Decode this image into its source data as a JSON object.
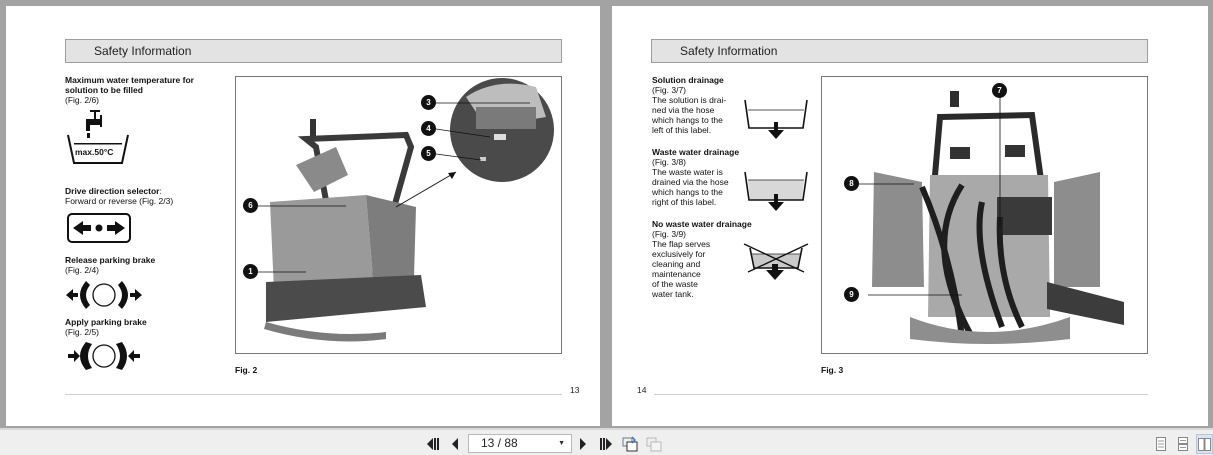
{
  "viewer": {
    "background": "#a3a3a3",
    "pages": [
      {
        "page_number": "13",
        "header": "Safety Information",
        "sections": [
          {
            "title": "Maximum water temperature for solution to be filled",
            "ref": "(Fig. 2/6)",
            "symbol": "tap-basin-icon",
            "symbol_text": "max.50°C"
          },
          {
            "title": "Drive direction selector",
            "title_suffix": ":",
            "subtitle": "Forward or reverse (Fig. 2/3)",
            "symbol": "drive-direction-icon"
          },
          {
            "title": "Release parking brake",
            "ref": "(Fig. 2/4)",
            "symbol": "release-brake-icon"
          },
          {
            "title": "Apply parking brake",
            "ref": "(Fig. 2/5)",
            "symbol": "apply-brake-icon"
          }
        ],
        "figure": {
          "caption": "Fig. 2",
          "callouts": [
            "1",
            "3",
            "4",
            "5",
            "6"
          ],
          "image": "ride-on-scrubber-machine-photo"
        }
      },
      {
        "page_number": "14",
        "header": "Safety Information",
        "sections": [
          {
            "title": "Solution drainage",
            "ref": "(Fig. 3/7)",
            "body": [
              "The solution is drai-",
              "ned via the hose",
              "which hangs to the",
              "left of this label."
            ],
            "symbol": "solution-drain-icon"
          },
          {
            "title": "Waste water drainage",
            "ref": "(Fig. 3/8)",
            "body": [
              "The waste water is",
              "drained via the hose",
              "which hangs to the",
              "right of this label."
            ],
            "symbol": "waste-drain-icon"
          },
          {
            "title": "No waste water drainage",
            "ref": "(Fig. 3/9)",
            "body": [
              "The flap serves",
              "exclusively for",
              "cleaning and",
              "maintenance",
              "of the waste",
              "water tank."
            ],
            "symbol": "no-waste-drain-icon"
          }
        ],
        "figure": {
          "caption": "Fig. 3",
          "callouts": [
            "7",
            "8",
            "9"
          ],
          "image": "machine-rear-view-photo"
        }
      }
    ]
  },
  "toolbar": {
    "first_page": "first-page-icon",
    "prev_page": "previous-page-icon",
    "page_indicator": "13 / 88",
    "next_page": "next-page-icon",
    "last_page": "last-page-icon",
    "go_back": "go-back-view-icon",
    "go_forward": "go-forward-view-icon",
    "view_modes": [
      "single-page-icon",
      "continuous-page-icon",
      "two-page-icon"
    ],
    "active_view_mode": "two-page-icon"
  }
}
